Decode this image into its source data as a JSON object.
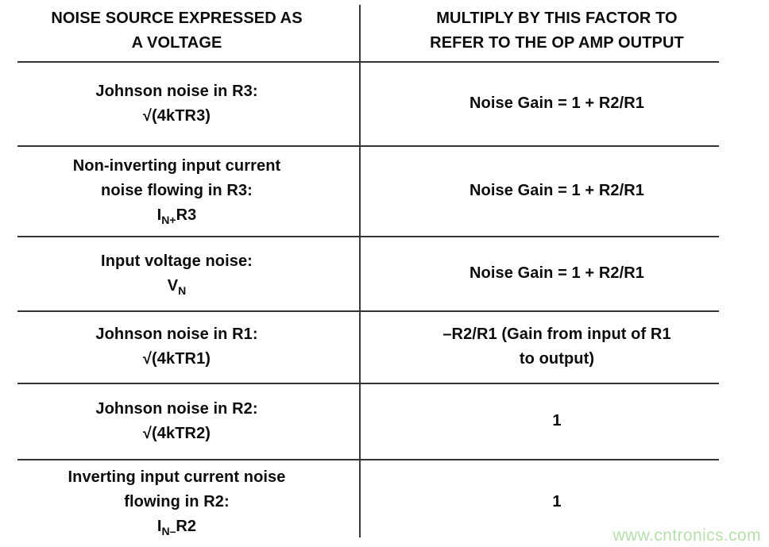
{
  "header": {
    "col1_lines": [
      "NOISE SOURCE EXPRESSED AS",
      "A VOLTAGE"
    ],
    "col2_lines": [
      "MULTIPLY BY THIS FACTOR TO",
      "REFER TO THE OP AMP OUTPUT"
    ]
  },
  "rows": [
    {
      "source_lines": [
        "Johnson noise in R3:",
        "√(4kTR3)"
      ],
      "factor_lines": [
        "Noise Gain = 1 + R2/R1"
      ]
    },
    {
      "source_lines": [
        "Non-inverting input current",
        "noise flowing in R3:"
      ],
      "source_formula": {
        "base": "I",
        "sub": "N+",
        "rest": "R3"
      },
      "factor_lines": [
        "Noise Gain = 1 + R2/R1"
      ]
    },
    {
      "source_lines": [
        "Input voltage noise:"
      ],
      "source_formula": {
        "base": "V",
        "sub": "N",
        "rest": ""
      },
      "factor_lines": [
        "Noise Gain = 1 + R2/R1"
      ]
    },
    {
      "source_lines": [
        "Johnson noise in R1:",
        "√(4kTR1)"
      ],
      "factor_lines": [
        "–R2/R1 (Gain from input of R1",
        "to output)"
      ]
    },
    {
      "source_lines": [
        "Johnson noise in R2:",
        "√(4kTR2)"
      ],
      "factor_lines": [
        "1"
      ]
    },
    {
      "source_lines": [
        "Inverting input current noise",
        "flowing in R2:"
      ],
      "source_formula": {
        "base": "I",
        "sub": "N–",
        "rest": "R2"
      },
      "factor_lines": [
        "1"
      ]
    }
  ],
  "watermark": {
    "text": "www.cntronics.com"
  }
}
